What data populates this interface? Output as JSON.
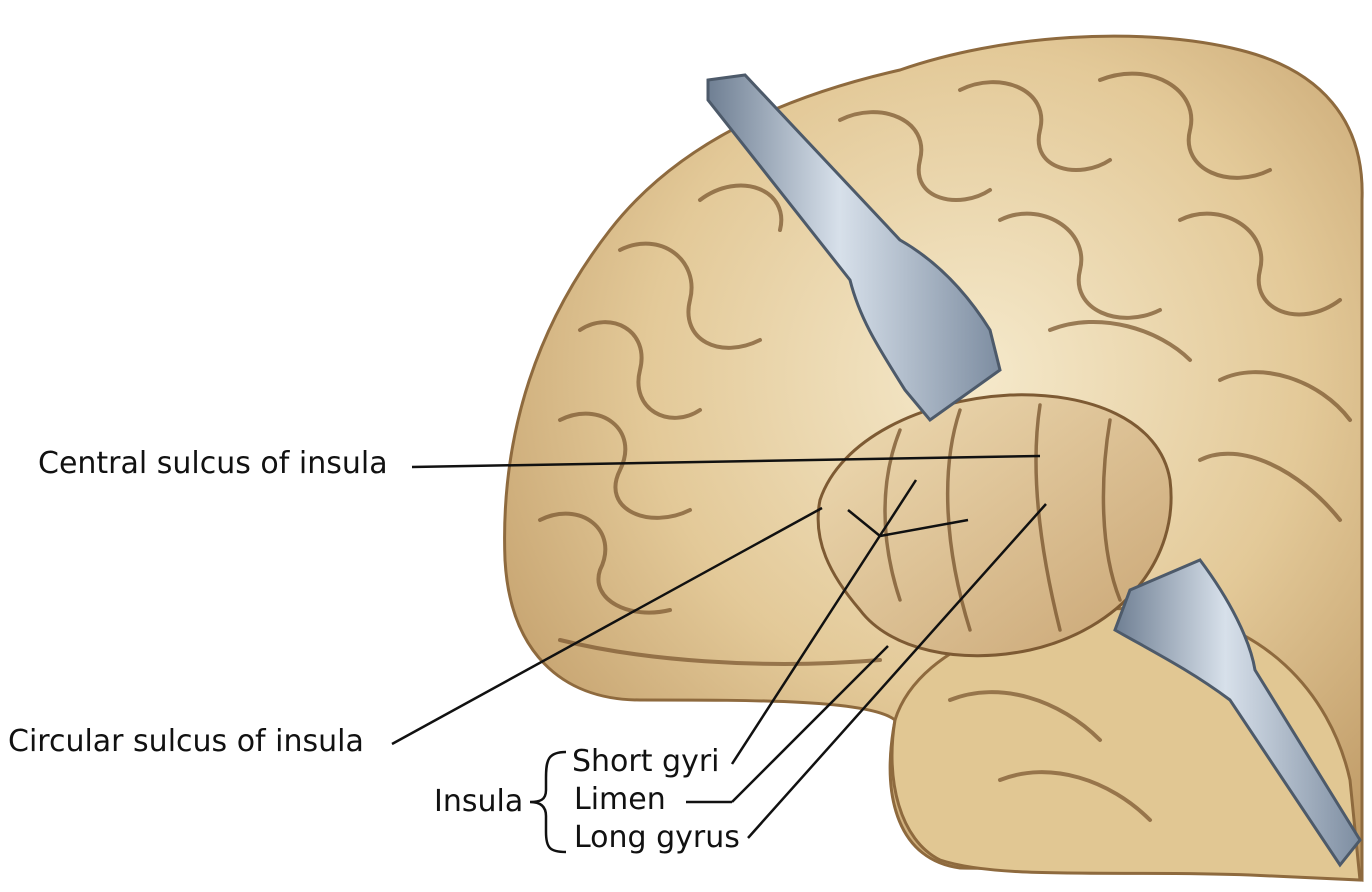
{
  "labels": {
    "central_sulcus": "Central sulcus of insula",
    "circular_sulcus": "Circular sulcus of insula",
    "insula": "Insula",
    "short_gyri": "Short gyri",
    "limen": "Limen",
    "long_gyrus": "Long gyrus"
  },
  "colors": {
    "brain_base": "#e6cf9e",
    "brain_light": "#f3e6c6",
    "brain_shadow": "#b0895a",
    "sulcus": "#7d5a33",
    "retractor": "#8fa0b4",
    "retractor_light": "#cfd9e3",
    "leader_line": "#111111"
  },
  "icons": {
    "brain": "brain-illustration",
    "retractor": "retractor-tool"
  }
}
